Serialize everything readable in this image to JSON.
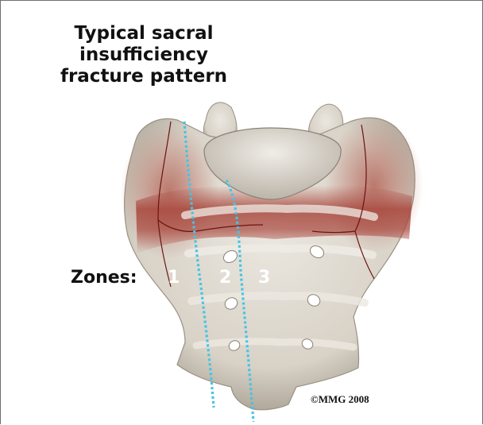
{
  "title": {
    "line1": "Typical sacral",
    "line2": "insufficiency",
    "line3": "fracture pattern"
  },
  "zones": {
    "caption": "Zones:",
    "labels": [
      "1",
      "2",
      "3"
    ]
  },
  "copyright": "©MMG 2008",
  "colors": {
    "bone": "#dcd6cc",
    "bone_shadow": "#8e8578",
    "fracture_tint": "#a8463c",
    "zone_line": "#43c4e6",
    "fracture_line": "#6a1410"
  },
  "icons": [
    "sacrum-illustration"
  ]
}
